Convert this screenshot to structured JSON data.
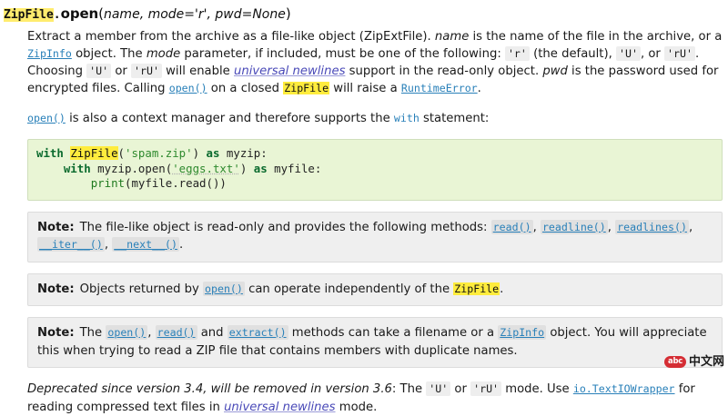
{
  "signature": {
    "class_name": "ZipFile",
    "dot": ".",
    "method": "open",
    "open_paren": "(",
    "params": "name, mode='r', pwd=None",
    "close_paren": ")"
  },
  "description": {
    "t1": "Extract a member from the archive as a file-like object (ZipExtFile). ",
    "name_em": "name",
    "t2": " is the name of the file in the archive, or a ",
    "zipinfo_link": "ZipInfo",
    "t3": " object. The ",
    "mode_em": "mode",
    "t4": " parameter, if included, must be one of the following: ",
    "lit_r": "'r'",
    "t5": " (the default), ",
    "lit_U": "'U'",
    "t6": ", or ",
    "lit_rU": "'rU'",
    "t7": ". Choosing ",
    "lit_U2": "'U'",
    "t8": " or ",
    "lit_rU2": "'rU'",
    "t9": " will enable ",
    "universal_newlines": "universal newlines",
    "t10": " support in the read-only object. ",
    "pwd_em": "pwd",
    "t11": " is the password used for encrypted files. Calling ",
    "open_link": "open()",
    "t12": " on a closed ",
    "zipfile_hl": "ZipFile",
    "t13": " will raise a ",
    "runtime_error": "RuntimeError",
    "t14": "."
  },
  "context_manager": {
    "open_link": "open()",
    "t1": " is also a context manager and therefore supports the ",
    "with_kw": "with",
    "t2": " statement:"
  },
  "code_block": {
    "line1_kw1": "with",
    "line1_cls": "ZipFile",
    "line1_open": "(",
    "line1_str": "'spam.zip'",
    "line1_close": ") ",
    "line1_kw2": "as",
    "line1_tail": " myzip:",
    "line2_indent": "    ",
    "line2_kw1": "with",
    "line2_mid": " myzip.open(",
    "line2_str": "'eggs.txt'",
    "line2_close": ") ",
    "line2_kw2": "as",
    "line2_tail": " myfile:",
    "line3_indent": "        ",
    "line3_fn": "print",
    "line3_tail": "(myfile.read())"
  },
  "notes": [
    {
      "label": "Note:",
      "t1": "The file-like object is read-only and provides the following methods: ",
      "m1": "read()",
      "s1": ", ",
      "m2": "readline()",
      "s2": ", ",
      "m3": "readlines()",
      "s3": ", ",
      "m4": "__iter__()",
      "s4": ", ",
      "m5": "__next__()",
      "s5": "."
    },
    {
      "label": "Note:",
      "t1": "Objects returned by ",
      "m1": "open()",
      "t2": " can operate independently of the ",
      "hl": "ZipFile",
      "t3": "."
    },
    {
      "label": "Note:",
      "t1": "The ",
      "m1": "open()",
      "s1": ", ",
      "m2": "read()",
      "s2": " and ",
      "m3": "extract()",
      "t2": " methods can take a filename or a ",
      "m4": "ZipInfo",
      "t3": " object. You will appreciate this when trying to read a ZIP file that contains members with duplicate names."
    }
  ],
  "deprecated": {
    "head": "Deprecated since version 3.4, will be removed in version 3.6",
    "colon": ": ",
    "t1": "The ",
    "lit_U": "'U'",
    "t2": " or ",
    "lit_rU": "'rU'",
    "t3": " mode. Use ",
    "io_link": "io.TextIOWrapper",
    "t4": " for reading compressed text files in ",
    "universal_newlines": "universal newlines",
    "t5": " mode."
  },
  "watermark": {
    "badge": "abc",
    "text": "中文网"
  },
  "colors": {
    "highlight": "#ffec3d",
    "link": "#2980b9",
    "code_bg": "#e9f5d5",
    "note_bg": "#efefef",
    "inline_bg": "#e0e0e0",
    "keyword_green": "#0b6b2e",
    "string_green": "#2f8a2f",
    "watermark_red": "#d4232a"
  }
}
